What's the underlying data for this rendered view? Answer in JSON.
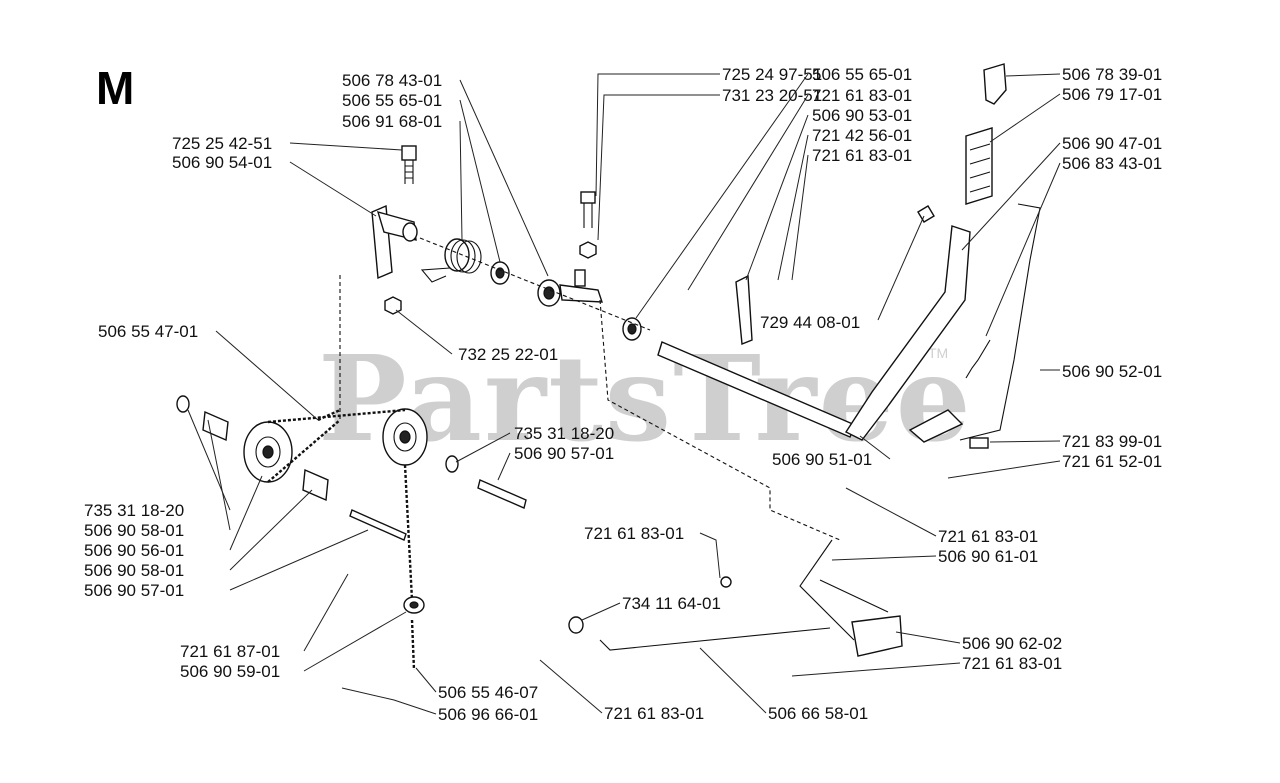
{
  "section": "M",
  "watermark": "PartsTree",
  "watermark_tm": "TM",
  "labels": [
    "506 78 43-01",
    "506 55 65-01",
    "506 91 68-01",
    "725 25 42-51",
    "506 90 54-01",
    "725 24 97-51",
    "731 23 20-51",
    "506 55 65-01",
    "721 61 83-01",
    "506 90 53-01",
    "721 42 56-01",
    "721 61 83-01",
    "506 78 39-01",
    "506 79 17-01",
    "506 90 47-01",
    "506 83 43-01",
    "729 44 08-01",
    "732 25 22-01",
    "506 55 47-01",
    "506 90 52-01",
    "721 83 99-01",
    "721 61 52-01",
    "506 90 51-01",
    "735 31 18-20",
    "506 90 57-01",
    "735 31 18-20",
    "506 90 58-01",
    "506 90 56-01",
    "506 90 58-01",
    "506 90 57-01",
    "721 61 83-01",
    "721 61 83-01",
    "506 90 61-01",
    "734 11 64-01",
    "506 90 62-02",
    "721 61 83-01",
    "721 61 87-01",
    "506 90 59-01",
    "506 55 46-07",
    "506 96 66-01",
    "721 61 83-01",
    "506 66 58-01"
  ]
}
